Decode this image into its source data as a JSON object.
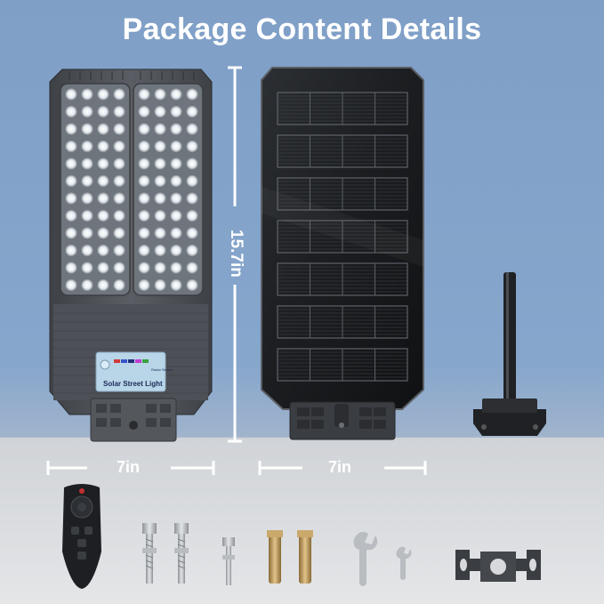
{
  "title": "Package Content Details",
  "dimensions": {
    "height": "15.7in",
    "width_light": "7in",
    "width_panel": "7in"
  },
  "light_panel_label": "Solar Street Light",
  "light_panel_small": "Radar Sensor",
  "colors": {
    "background_top": "#7f9fc7",
    "floor": "#d7d9dc",
    "housing": "#4a4d52",
    "title": "#ffffff"
  }
}
